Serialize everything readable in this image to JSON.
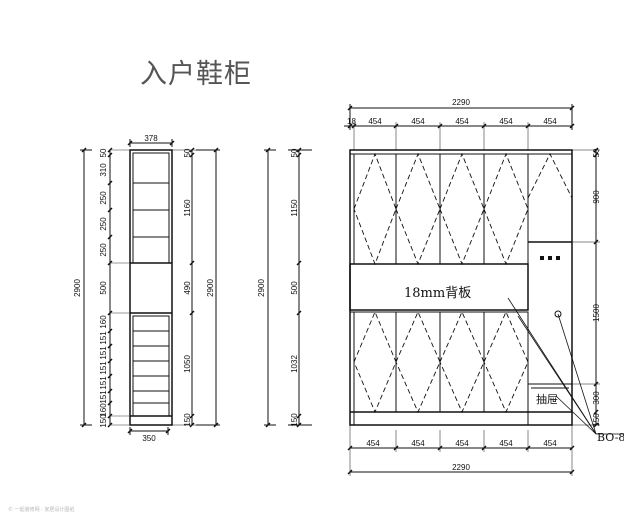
{
  "title": "入户鞋柜",
  "watermark": "© 一起装修网 · 家居设计图纸",
  "side_view": {
    "depth_top": "378",
    "depth_bottom": "350",
    "height_total": "2900",
    "left_segments": [
      "50",
      "310",
      "250",
      "250",
      "250",
      "500",
      "160",
      "151",
      "151",
      "151",
      "151",
      "151",
      "160",
      "150"
    ],
    "right_segments": [
      "50",
      "1160",
      "490",
      "1050",
      "150"
    ],
    "right_total": "2900"
  },
  "middle_view": {
    "height_total": "2900",
    "segments": [
      "50",
      "1150",
      "500",
      "1032",
      "150"
    ]
  },
  "front_view": {
    "width_total_top": "2290",
    "width_total_bottom": "2290",
    "top_segments": [
      "18",
      "454",
      "454",
      "454",
      "454",
      "454"
    ],
    "bottom_segments": [
      "454",
      "454",
      "454",
      "454",
      "454"
    ],
    "right_segments": [
      "50",
      "900",
      "1500",
      "300",
      "150"
    ],
    "back_panel_label": "18mm背板",
    "drawer_label": "抽屉",
    "callout_label": "BO-8"
  }
}
